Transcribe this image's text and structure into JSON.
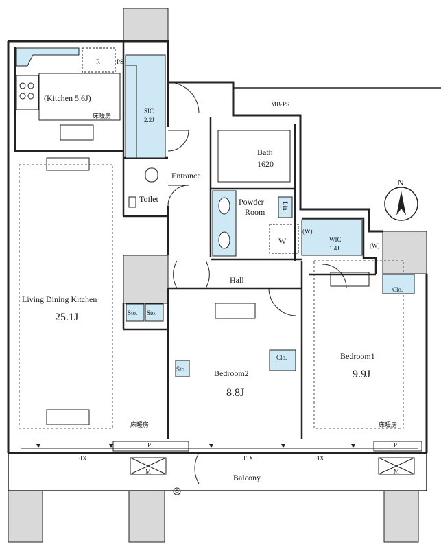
{
  "rooms": {
    "kitchen": "(Kitchen 5.6J)",
    "floor_heating_kitchen": "床暖房",
    "refrigerator": "R",
    "ps_top": "PS",
    "sic_name": "SIC",
    "sic_size": "2.2J",
    "mbps": "MB·PS",
    "entrance": "Entrance",
    "toilet": "Toilet",
    "bath_name": "Bath",
    "bath_size": "1620",
    "powder_room_1": "Powder",
    "powder_room_2": "Room",
    "linen": "Lin.",
    "washer": "W",
    "wic_name": "WIC",
    "wic_size": "1.4J",
    "w_left": "(W)",
    "w_right": "(W)",
    "hall": "Hall",
    "ldk_name": "Living Dining Kitchen",
    "ldk_size": "25.1J",
    "storage_1": "Sto.",
    "storage_2": "Sto.",
    "storage_3": "Sto.",
    "closet_1": "Clo.",
    "closet_2": "Clo.",
    "bedroom2_name": "Bedroom2",
    "bedroom2_size": "8.8J",
    "bedroom1_name": "Bedroom1",
    "bedroom1_size": "9.9J",
    "floor_heating_ldk": "床暖房",
    "floor_heating_bed1": "床暖房",
    "balcony": "Balcony",
    "fix_1": "FIX",
    "fix_2": "FIX",
    "fix_3": "FIX",
    "p_1": "P",
    "p_2": "P",
    "m_1": "M",
    "m_2": "M"
  },
  "compass": {
    "label": "N"
  },
  "colors": {
    "wall": "#222222",
    "storage_fill": "#cfe8f5",
    "column_fill": "#d9d9d9"
  }
}
